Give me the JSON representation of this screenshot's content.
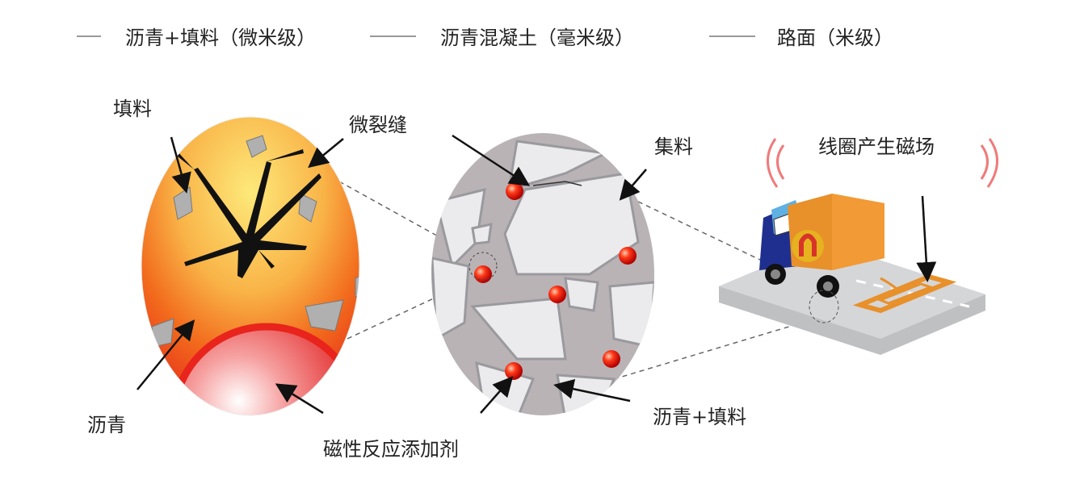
{
  "legend": [
    {
      "label": "沥青+填料（微米级）"
    },
    {
      "label": "沥青混凝土（毫米级）"
    },
    {
      "label": "路面（米级）"
    }
  ],
  "labels": {
    "filler": "填料",
    "microcrack": "微裂缝",
    "aggregate": "集料",
    "coil_field": "线圈产生磁场",
    "asphalt": "沥青",
    "magnetic_additive": "磁性反应添加剂",
    "asphalt_filler": "沥青+填料"
  },
  "colors": {
    "accent_red": "#e8241c",
    "truck_orange": "#e8902a",
    "truck_blue": "#1f2f8f",
    "wave_pink": "#f07a7a",
    "road_gray": "#cfd0d2"
  }
}
